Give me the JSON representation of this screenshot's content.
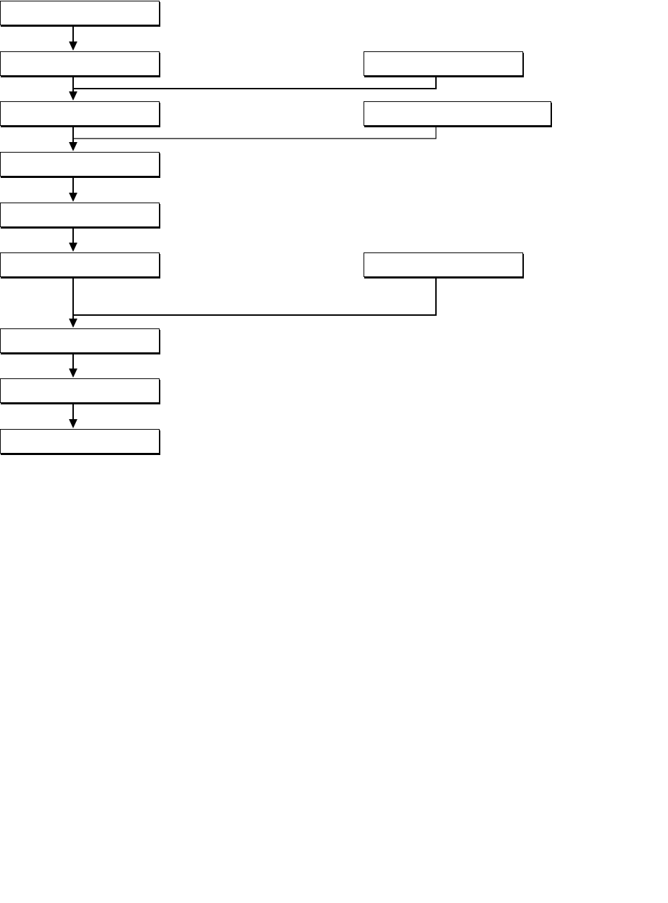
{
  "diagram": {
    "type": "flowchart",
    "colors": {
      "line": "#000000",
      "box_fill": "#ffffff",
      "background": "#ffffff"
    },
    "main_column": [
      {
        "id": "main-1",
        "label": ""
      },
      {
        "id": "main-2",
        "label": ""
      },
      {
        "id": "main-3",
        "label": ""
      },
      {
        "id": "main-4",
        "label": ""
      },
      {
        "id": "main-5",
        "label": ""
      },
      {
        "id": "main-6",
        "label": ""
      },
      {
        "id": "main-7",
        "label": ""
      },
      {
        "id": "main-8",
        "label": ""
      },
      {
        "id": "main-9",
        "label": ""
      }
    ],
    "side_column": [
      {
        "id": "side-1",
        "label": ""
      },
      {
        "id": "side-2",
        "label": ""
      },
      {
        "id": "side-3",
        "label": ""
      }
    ],
    "edges": [
      {
        "from": "main-1",
        "to": "main-2"
      },
      {
        "from": "main-2",
        "to": "main-3"
      },
      {
        "from": "side-1",
        "to": "main-3"
      },
      {
        "from": "main-3",
        "to": "main-4"
      },
      {
        "from": "side-2",
        "to": "main-4"
      },
      {
        "from": "main-4",
        "to": "main-5"
      },
      {
        "from": "main-5",
        "to": "main-6"
      },
      {
        "from": "main-6",
        "to": "main-7"
      },
      {
        "from": "side-3",
        "to": "main-7"
      },
      {
        "from": "main-7",
        "to": "main-8"
      },
      {
        "from": "main-8",
        "to": "main-9"
      }
    ]
  }
}
